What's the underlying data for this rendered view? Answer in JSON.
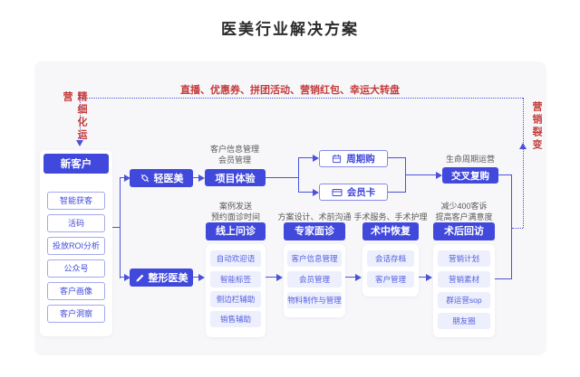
{
  "title": "医美行业解决方案",
  "diagram": {
    "banner": "直播、优惠券、拼团活动、营销红包、幸运大转盘",
    "left_label": "精细化运营",
    "right_label": "营销裂变",
    "new_customer": {
      "label": "新客户",
      "tools": [
        "智能获客",
        "活码",
        "投放ROI分析",
        "公众号",
        "客户画像",
        "客户洞察"
      ]
    },
    "light": {
      "entry": "轻医美",
      "experience": "项目体验",
      "experience_notes": [
        "客户信息管理",
        "会员管理"
      ],
      "options": [
        {
          "label": "周期购",
          "icon": "calendar-icon"
        },
        {
          "label": "会员卡",
          "icon": "card-icon"
        }
      ],
      "lifecycle_note": "生命周期运营",
      "repurchase": "交叉复购"
    },
    "surgery": {
      "entry": "整形医美",
      "stages": [
        {
          "title": "线上问诊",
          "note_lines": [
            "案例发送",
            "预约面诊时间"
          ],
          "items": [
            "自动欢迎语",
            "智能标签",
            "侧边栏辅助",
            "销售辅助"
          ]
        },
        {
          "title": "专家面诊",
          "note_lines": [
            "方案设计、术前沟通"
          ],
          "items": [
            "客户信息管理",
            "会员管理",
            "物料制作与管理"
          ]
        },
        {
          "title": "术中恢复",
          "note_lines": [
            "手术服务、手术护理"
          ],
          "items": [
            "会话存档",
            "客户管理"
          ]
        },
        {
          "title": "术后回访",
          "note_lines": [
            "减少400客诉",
            "提高客户满意度"
          ],
          "items": [
            "营销计划",
            "营销素材",
            "群运营sop",
            "朋友圈"
          ]
        }
      ]
    },
    "colors": {
      "primary": "#4149DC",
      "accent_red": "#C43C3C",
      "panel_bg": "#F7F7F9",
      "item_bg": "#EDEFFC"
    }
  }
}
